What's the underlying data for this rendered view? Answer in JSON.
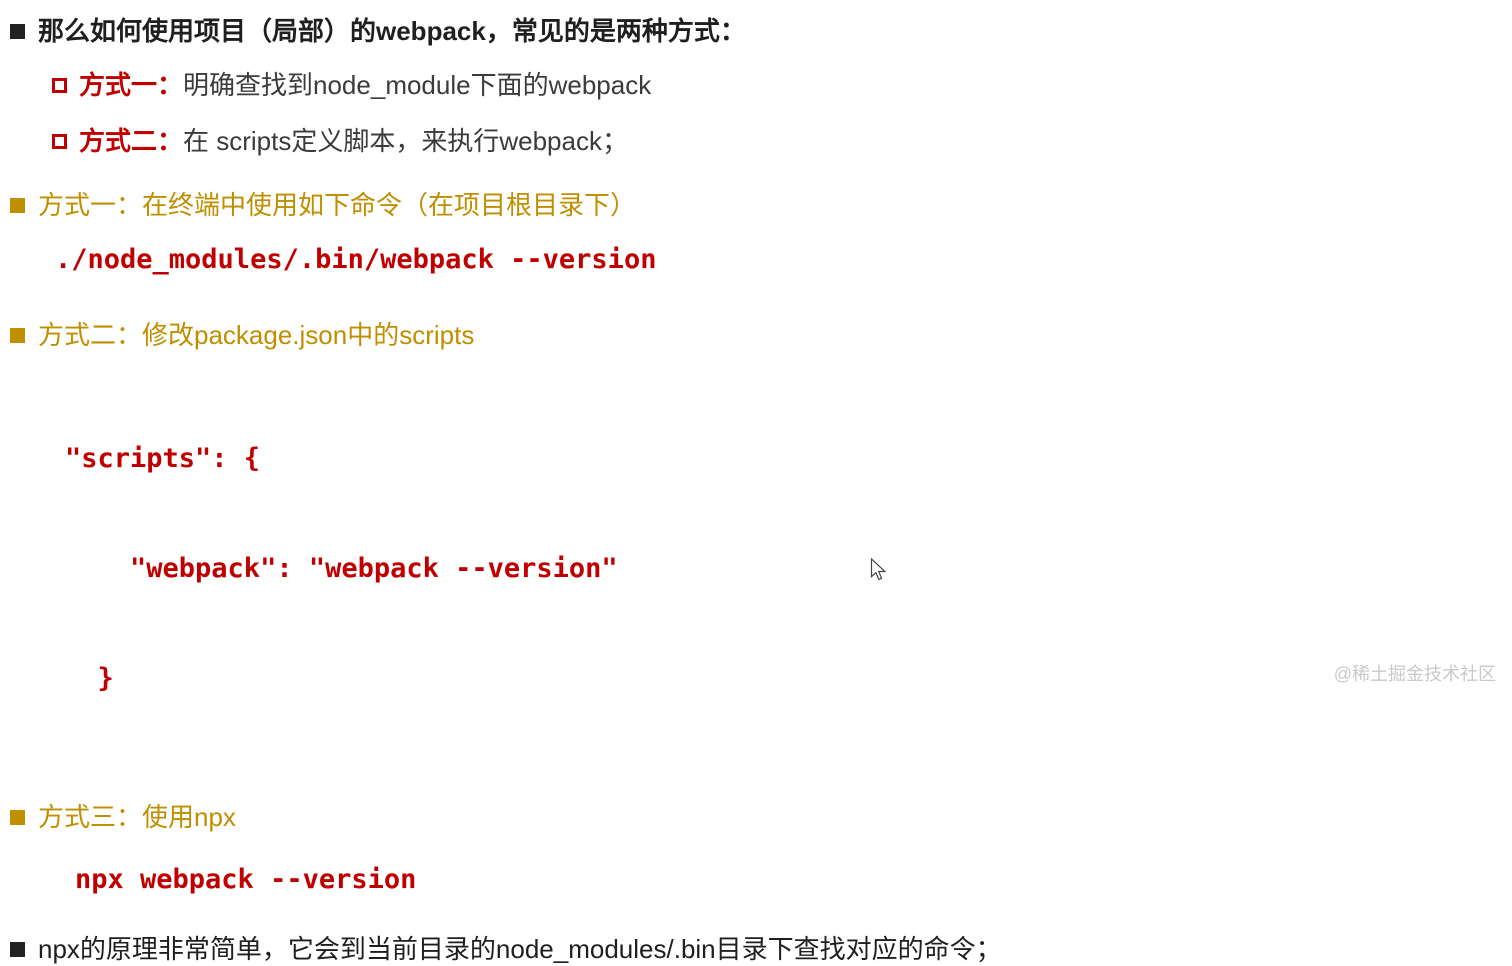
{
  "content": {
    "intro": "那么如何使用项目（局部）的webpack，常见的是两种方式：",
    "methods": [
      {
        "label": "方式一：",
        "text": "明确查找到node_module下面的webpack"
      },
      {
        "label": "方式二：",
        "text": "在 scripts定义脚本，来执行webpack；"
      }
    ],
    "section1": {
      "heading": "方式一：在终端中使用如下命令（在项目根目录下）",
      "code": "./node_modules/.bin/webpack --version"
    },
    "section2": {
      "heading": "方式二：修改package.json中的scripts",
      "code_lines": [
        "\"scripts\": {",
        "    \"webpack\": \"webpack --version\"",
        "  }"
      ]
    },
    "section3": {
      "heading": "方式三：使用npx",
      "code": "npx webpack --version"
    },
    "footer": "npx的原理非常简单，它会到当前目录的node_modules/.bin目录下查找对应的命令；",
    "watermark": "@稀土掘金技术社区"
  },
  "colors": {
    "text_dark": "#1f1f1f",
    "accent_red": "#c00000",
    "accent_gold": "#bf8f00",
    "code_red": "#c00000",
    "watermark_gray": "#c9c9c9"
  }
}
